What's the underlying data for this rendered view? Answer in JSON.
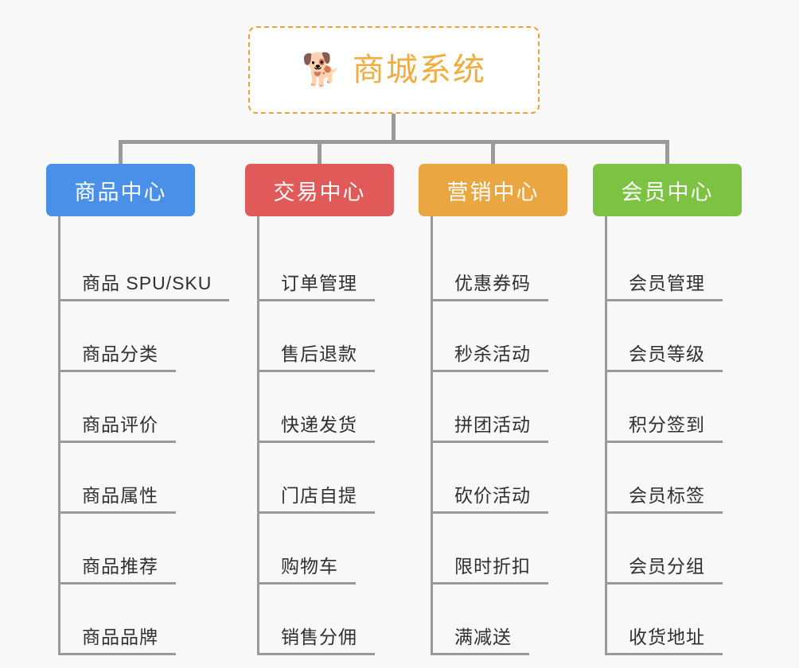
{
  "background_color": "#f8f8f8",
  "root": {
    "icon": "shiba-dog-emoji",
    "emoji": "🐕",
    "title": "商城系统",
    "title_color": "#f0ad3e",
    "border_color": "#e8a33d",
    "border_style": "dashed"
  },
  "connector_color": "#9a9a9a",
  "columns": [
    {
      "header": "商品中心",
      "color": "#4a90e8",
      "items": [
        "商品 SPU/SKU",
        "商品分类",
        "商品评价",
        "商品属性",
        "商品推荐",
        "商品品牌"
      ]
    },
    {
      "header": "交易中心",
      "color": "#e05a5a",
      "items": [
        "订单管理",
        "售后退款",
        "快递发货",
        "门店自提",
        "购物车",
        "销售分佣"
      ]
    },
    {
      "header": "营销中心",
      "color": "#eaa640",
      "items": [
        "优惠券码",
        "秒杀活动",
        "拼团活动",
        "砍价活动",
        "限时折扣",
        "满减送"
      ]
    },
    {
      "header": "会员中心",
      "color": "#7dc242",
      "items": [
        "会员管理",
        "会员等级",
        "积分签到",
        "会员标签",
        "会员分组",
        "收货地址"
      ]
    }
  ]
}
